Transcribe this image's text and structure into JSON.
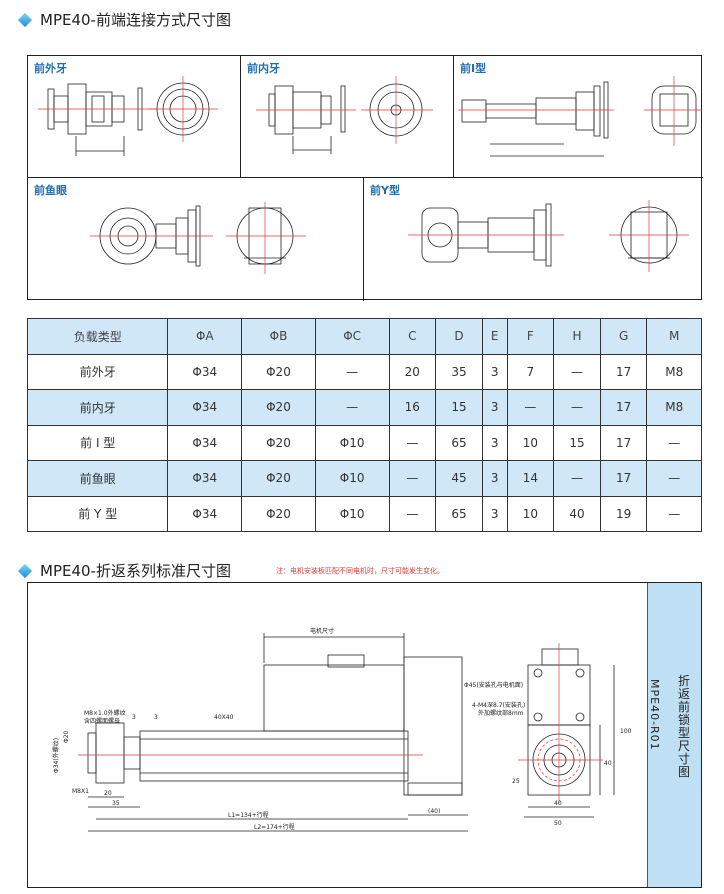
{
  "section1": {
    "title": "MPE40-前端连接方式尺寸图"
  },
  "panels": {
    "front_external": {
      "label": "前外牙"
    },
    "front_internal": {
      "label": "前内牙"
    },
    "front_i": {
      "label": "前I型"
    },
    "front_rod_eye": {
      "label": "前鱼眼"
    },
    "front_y": {
      "label": "前Y型"
    }
  },
  "table": {
    "headers": [
      "负载类型",
      "ΦA",
      "ΦB",
      "ΦC",
      "C",
      "D",
      "E",
      "F",
      "H",
      "G",
      "M"
    ],
    "rows": [
      [
        "前外牙",
        "Φ34",
        "Φ20",
        "—",
        "20",
        "35",
        "3",
        "7",
        "—",
        "17",
        "M8"
      ],
      [
        "前内牙",
        "Φ34",
        "Φ20",
        "—",
        "16",
        "15",
        "3",
        "—",
        "—",
        "17",
        "M8"
      ],
      [
        "前 I 型",
        "Φ34",
        "Φ20",
        "Φ10",
        "—",
        "65",
        "3",
        "10",
        "15",
        "17",
        "—"
      ],
      [
        "前鱼眼",
        "Φ34",
        "Φ20",
        "Φ10",
        "—",
        "45",
        "3",
        "14",
        "—",
        "17",
        "—"
      ],
      [
        "前 Y 型",
        "Φ34",
        "Φ20",
        "Φ10",
        "—",
        "65",
        "3",
        "10",
        "40",
        "19",
        "—"
      ]
    ]
  },
  "section2": {
    "title": "MPE40-折返系列标准尺寸图",
    "note": "注：电机安装板匹配不同电机时，尺寸可能发生变化。"
  },
  "drawing": {
    "motor_size": "电机尺寸",
    "annot_thread": "M8×1.0外螺纹",
    "annot_nut": "含四螺面螺母",
    "dim_3": "3",
    "dim_40x40": "40X40",
    "dim_phi20": "Φ20",
    "dim_phi34": "Φ34(外螺纹)",
    "dim_m8": "M8X1",
    "dim_20": "20",
    "dim_35": "35",
    "dim_l1": "L1=134+行程",
    "dim_l2": "L2=174+行程",
    "dim_40paren": "(40)",
    "annot_hole": "Φ45(安装孔与电机面)",
    "annot_screw": "4-M4深8.7(安装孔)",
    "annot_screw2": "外加螺纹部8mm",
    "dim_100": "100",
    "dim_40r": "40",
    "dim_40b": "40",
    "dim_50": "50",
    "dim_25": "25",
    "side_cn": "折返前锁型尺寸图",
    "side_code": "MPE40-R01"
  },
  "colors": {
    "accent": "#1e6fb8",
    "table_shade": "#cfe7f7",
    "side_tab": "#bfdff5",
    "note": "#e53935",
    "center_line": "#e53935"
  }
}
